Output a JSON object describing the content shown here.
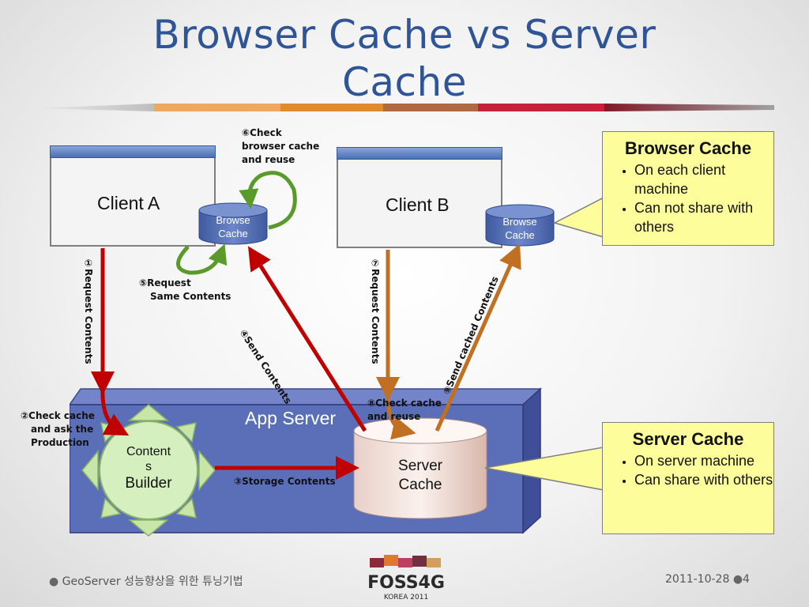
{
  "title_line1": "Browser Cache vs Server",
  "title_line2": "Cache",
  "stripe_colors": [
    "#f4a460",
    "#e38a2b",
    "#a06a3c",
    "#c02030",
    "#7a1820",
    "#a0a0a0"
  ],
  "client_a": {
    "label": "Client A",
    "cache": [
      "Browse",
      "Cache"
    ]
  },
  "client_b": {
    "label": "Client B",
    "cache": [
      "Browse",
      "Cache"
    ]
  },
  "app_server": {
    "label": "App Server"
  },
  "contents_builder": [
    "Content",
    "s",
    "Builder"
  ],
  "server_cache": [
    "Server",
    "Cache"
  ],
  "steps": {
    "s1": "①Request Contents",
    "s2": [
      "②Check cache",
      "and ask the",
      "Production"
    ],
    "s3": "③Storage Contents",
    "s4": "④Send Contents",
    "s5": [
      "⑤Request",
      "Same Contents"
    ],
    "s6": [
      "⑥Check",
      "browser cache",
      "and reuse"
    ],
    "s7": "⑦Request Contents",
    "s8": [
      "⑧Check cache",
      "and reuse"
    ],
    "s9": "⑨Send cached Contents"
  },
  "callout_browser": {
    "title": "Browser Cache",
    "items": [
      "On each client machine",
      "Can not share with others"
    ]
  },
  "callout_server": {
    "title": "Server Cache",
    "items": [
      "On server machine",
      "Can share with others"
    ]
  },
  "footer": {
    "left": "GeoServer 성능향상을 위한 튜닝기법",
    "date": "2011-10-28",
    "page": "4"
  },
  "logo": {
    "name": "FOSS4G",
    "sub": "KOREA 2011"
  },
  "colors": {
    "title": "#2f5597",
    "red_arrow": "#c00000",
    "orange_arrow": "#c07020",
    "green_arrow": "#5a9a2a",
    "server_box": "#5b6fb8",
    "callout": "#fdfd9c"
  }
}
